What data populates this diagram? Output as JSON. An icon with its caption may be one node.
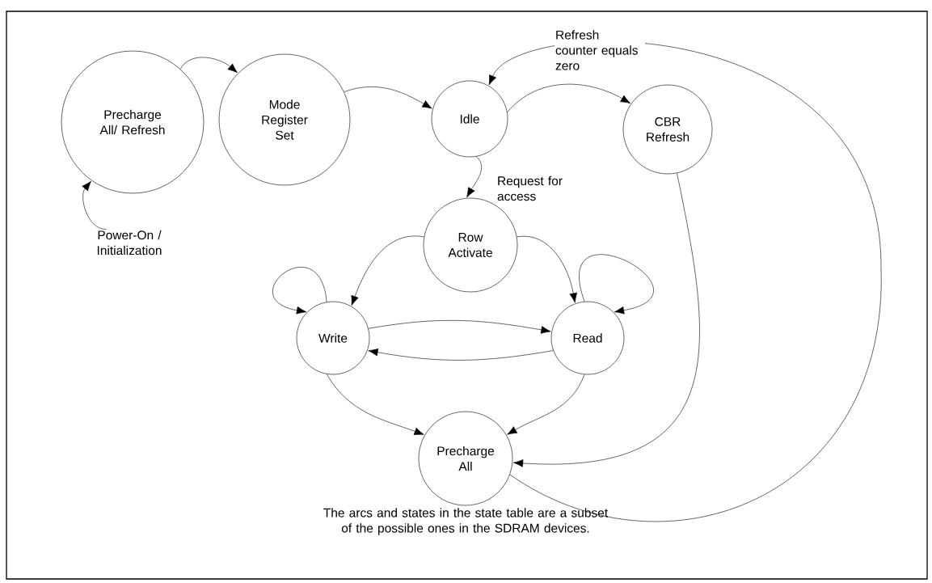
{
  "diagram": {
    "caption": "The arcs and states in the state table are a subset of the possible ones in the SDRAM devices.",
    "nodes": [
      {
        "text": [
          "Precharge All/ Refresh"
        ]
      },
      {
        "text": [
          "Mode Register Set"
        ]
      },
      {
        "text": [
          "Idle"
        ]
      },
      {
        "text": [
          "CBR Refresh"
        ]
      },
      {
        "text": [
          "Row Activate"
        ]
      },
      {
        "text": [
          "Write"
        ]
      },
      {
        "text": [
          "Read"
        ]
      },
      {
        "text": [
          "Precharge All"
        ]
      },
      {
        "text": [
          "Power-On / Initialization"
        ]
      }
    ],
    "edges": [
      {
        "from": 8,
        "to": 0,
        "arrow": "to"
      },
      {
        "from": 0,
        "to": 1,
        "arrow": "to"
      },
      {
        "from": 1,
        "to": 2,
        "arrow": "to"
      },
      {
        "from": 2,
        "to": 3,
        "arrow": "to",
        "label": "Refresh counter equals zero"
      },
      {
        "from": 2,
        "to": 4,
        "arrow": "to",
        "label": "Request for access"
      },
      {
        "from": 4,
        "to": 5,
        "arrow": "to"
      },
      {
        "from": 4,
        "to": 6,
        "arrow": "to"
      },
      {
        "from": 5,
        "to": 5,
        "arrow": "to"
      },
      {
        "from": 6,
        "to": 6,
        "arrow": "to"
      },
      {
        "from": 5,
        "to": 6,
        "arrow": "to"
      },
      {
        "from": 6,
        "to": 5,
        "arrow": "to"
      },
      {
        "from": 5,
        "to": 7,
        "arrow": "to"
      },
      {
        "from": 6,
        "to": 7,
        "arrow": "to"
      },
      {
        "from": 3,
        "to": 7,
        "arrow": "to"
      },
      {
        "from": 7,
        "to": 2,
        "arrow": "to"
      }
    ]
  }
}
